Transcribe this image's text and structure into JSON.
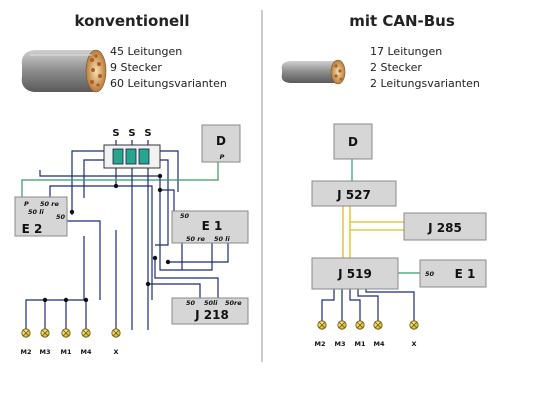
{
  "left": {
    "title": "konventionell",
    "stats": [
      "45 Leitungen",
      "9 Stecker",
      "60 Leitungsvarianten"
    ],
    "plug_labels": [
      "S",
      "S",
      "S"
    ],
    "boxes": {
      "d": "D",
      "e2": "E 2",
      "e1": "E 1",
      "j218": "J 218"
    },
    "pins": {
      "d_p": "P",
      "e2_p": "P",
      "e2_50re": "50 re",
      "e2_50li": "50 li",
      "e2_50": "50",
      "e1_50": "50",
      "e1_50re": "50 re",
      "e1_50li": "50 li",
      "j218_50": "50",
      "j218_50li": "50li",
      "j218_50re": "50re"
    },
    "lamps": [
      "M2",
      "M3",
      "M1",
      "M4",
      "X"
    ]
  },
  "right": {
    "title": "mit CAN-Bus",
    "stats": [
      "17 Leitungen",
      "2 Stecker",
      "2 Leitungsvarianten"
    ],
    "boxes": {
      "d": "D",
      "j527": "J 527",
      "j285": "J 285",
      "j519": "J 519",
      "e1": "E 1"
    },
    "pins": {
      "e1_50": "50"
    },
    "lamps": [
      "M2",
      "M3",
      "M1",
      "M4",
      "X"
    ]
  },
  "colors": {
    "wire": "#1c2b7a",
    "green_wire": "#2e9c68",
    "can_bus": "#e9c83a",
    "box_fill": "#d6d6d6",
    "plug": "#2aa58d",
    "lamp": "#e7c93c"
  },
  "icons": [
    "cable-bundle-large-icon",
    "cable-bundle-small-icon",
    "lamp-icon",
    "plug-icon"
  ]
}
